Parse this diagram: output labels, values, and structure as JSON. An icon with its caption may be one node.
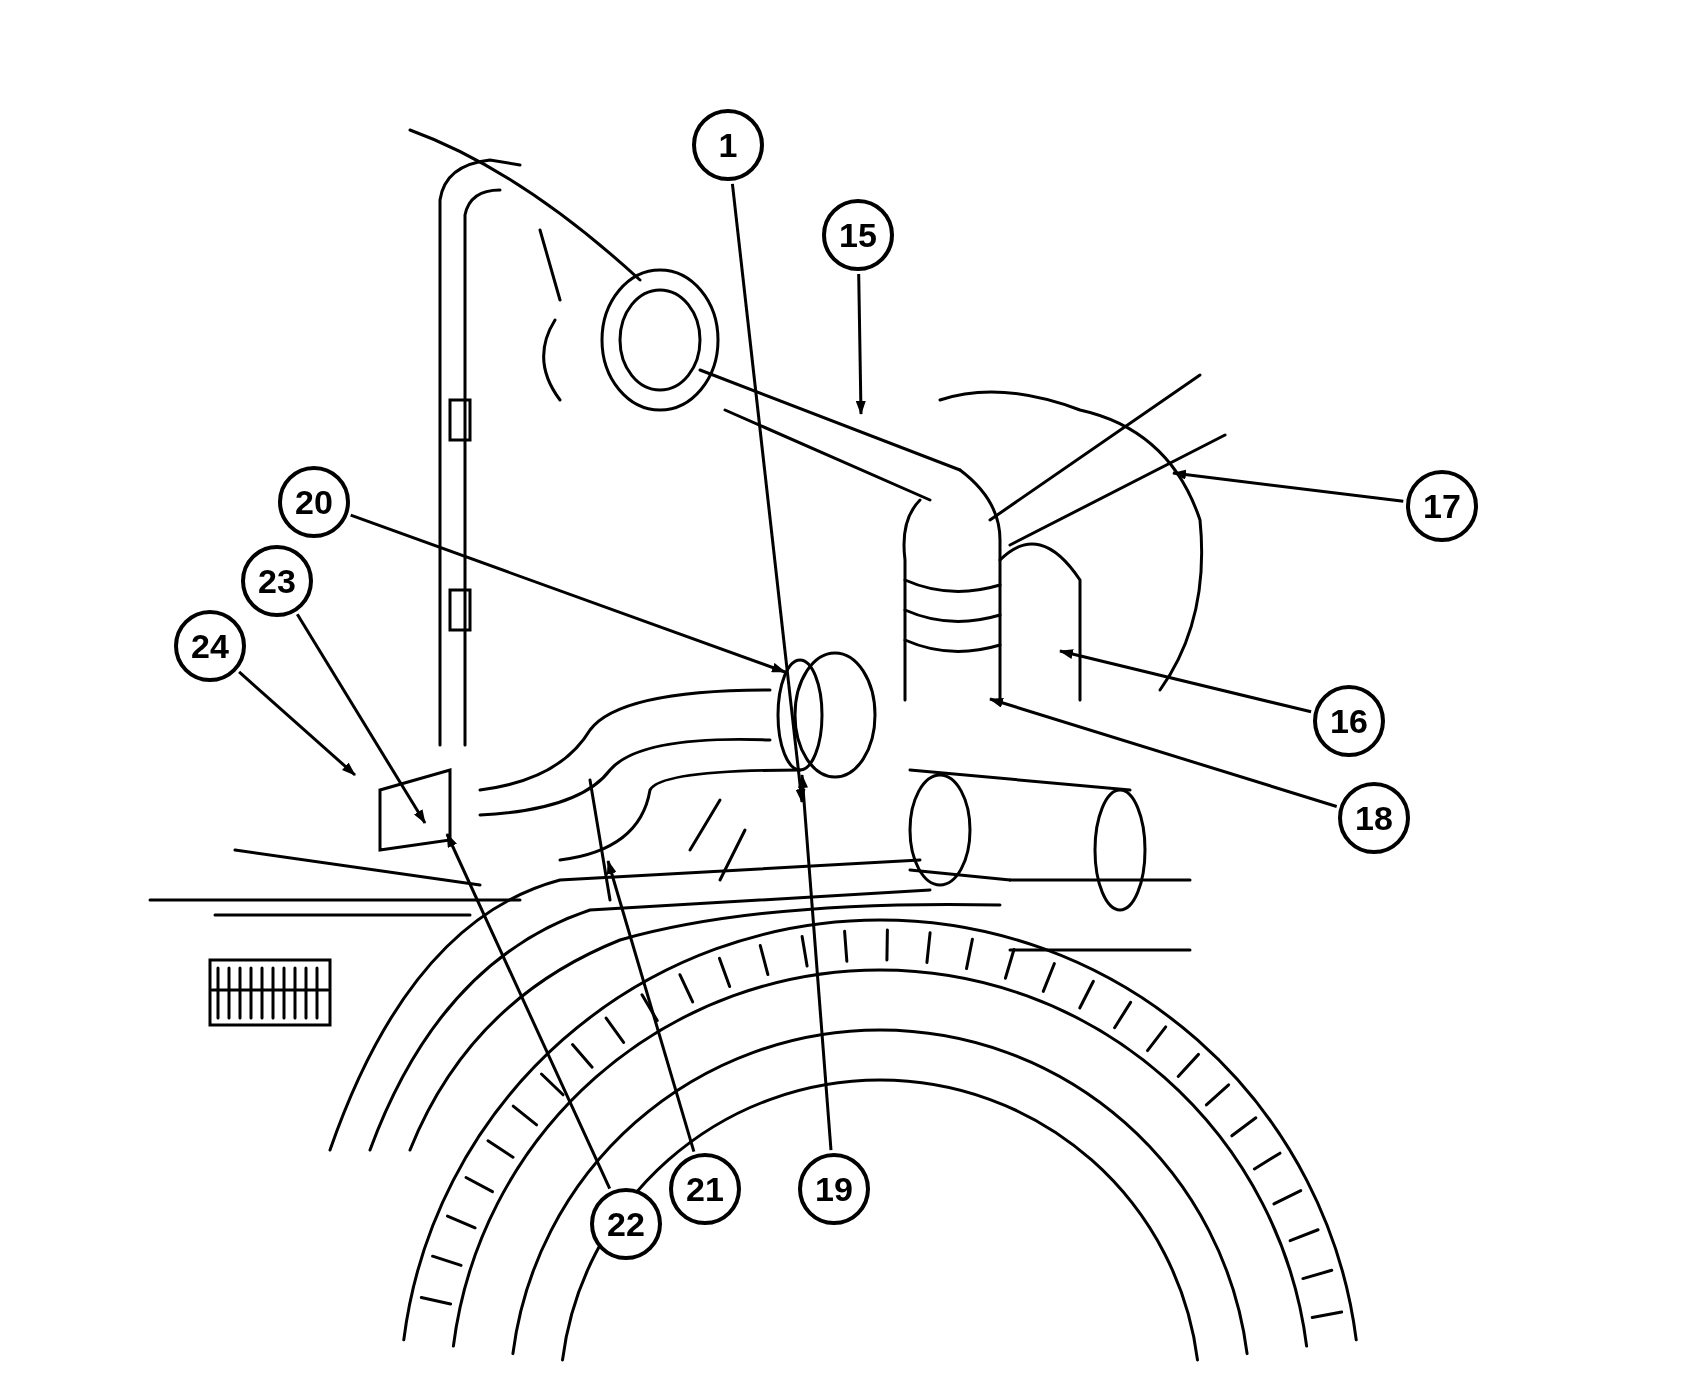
{
  "diagram": {
    "nodes": [
      {
        "text": [
          "1"
        ]
      },
      {
        "text": [
          "15"
        ]
      },
      {
        "text": [
          "20"
        ]
      },
      {
        "text": [
          "17"
        ]
      },
      {
        "text": [
          "23"
        ]
      },
      {
        "text": [
          "24"
        ]
      },
      {
        "text": [
          "16"
        ]
      },
      {
        "text": [
          "18"
        ]
      },
      {
        "text": [
          "21"
        ]
      },
      {
        "text": [
          "19"
        ]
      },
      {
        "text": [
          "22"
        ]
      }
    ],
    "edges": [
      {
        "from": 0,
        "to": null,
        "arrow": "to"
      },
      {
        "from": 1,
        "to": null,
        "arrow": "to"
      },
      {
        "from": 2,
        "to": null,
        "arrow": "to"
      },
      {
        "from": 3,
        "to": null,
        "arrow": "to"
      },
      {
        "from": 4,
        "to": null,
        "arrow": "to"
      },
      {
        "from": 5,
        "to": null,
        "arrow": "to"
      },
      {
        "from": 6,
        "to": null,
        "arrow": "to"
      },
      {
        "from": 7,
        "to": null,
        "arrow": "to"
      },
      {
        "from": 8,
        "to": null,
        "arrow": "to"
      },
      {
        "from": 9,
        "to": null,
        "arrow": "to"
      },
      {
        "from": 10,
        "to": null,
        "arrow": "to"
      }
    ]
  }
}
